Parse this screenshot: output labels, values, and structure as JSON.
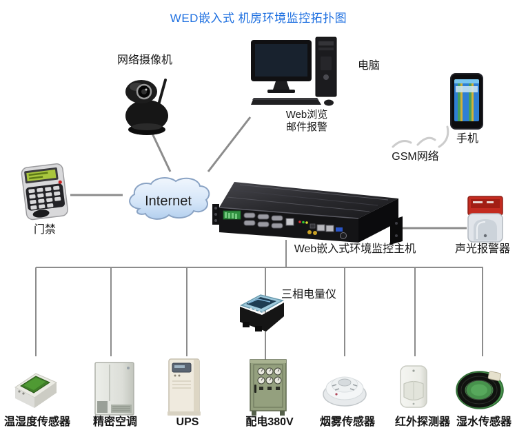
{
  "title": "WED嵌入式 机房环境监控拓扑图",
  "colors": {
    "title_blue": "#1d6fe0",
    "line_gray": "#8c8c8c",
    "wireless_gray": "#cccccc",
    "cloud_fill": "#cfe2f7",
    "alarm_red": "#c32b20",
    "cabinet_green": "#94a07e"
  },
  "nodes": {
    "internet": {
      "label": "Internet"
    },
    "camera": {
      "label": "网络摄像机"
    },
    "pc": {
      "label": "电脑",
      "sublabel": [
        "Web浏览",
        "邮件报警"
      ]
    },
    "phone": {
      "label": "手机"
    },
    "gsm": {
      "label": "GSM网络"
    },
    "door": {
      "label": "门禁"
    },
    "host": {
      "label": "Web嵌入式环境监控主机"
    },
    "alarm": {
      "label": "声光报警器"
    },
    "meter": {
      "label": "三相电量仪"
    }
  },
  "sensors": [
    {
      "label": "温湿度传感器"
    },
    {
      "label": "精密空调"
    },
    {
      "label": "UPS"
    },
    {
      "label": "配电380V"
    },
    {
      "label": "烟雾传感器"
    },
    {
      "label": "红外探测器"
    },
    {
      "label": "湿水传感器"
    }
  ]
}
